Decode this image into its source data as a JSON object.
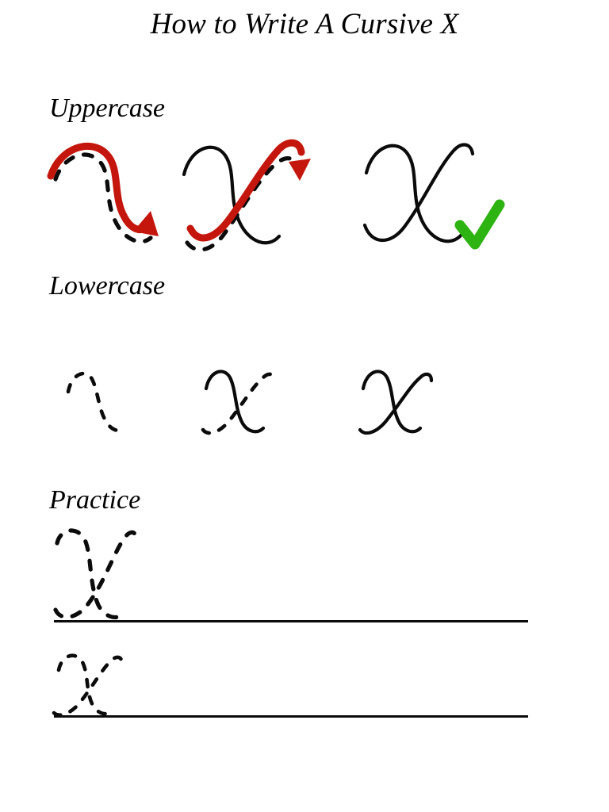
{
  "document": {
    "title": "How to Write A Cursive X",
    "letter": "X",
    "background_color": "#ffffff",
    "ink_color": "#0b0b0b",
    "arrow_color": "#c4160c",
    "check_color": "#2db312"
  },
  "sections": {
    "uppercase": {
      "heading": "Uppercase",
      "steps": [
        {
          "label": "uppercase-step-1",
          "guide": "dashed",
          "arrow": true,
          "description": "First stroke: curve over and down to the right"
        },
        {
          "label": "uppercase-step-2",
          "guide": "dashed",
          "arrow": true,
          "description": "Second stroke: sweep up across the first stroke"
        },
        {
          "label": "uppercase-step-3",
          "guide": "solid",
          "arrow": false,
          "description": "Completed cursive uppercase X"
        }
      ],
      "check": {
        "name": "check-icon",
        "symbol": "✓"
      }
    },
    "lowercase": {
      "heading": "Lowercase",
      "steps": [
        {
          "label": "lowercase-step-1",
          "guide": "dashed",
          "arrow": false,
          "description": "First stroke guide: diagonal curve down to the right"
        },
        {
          "label": "lowercase-step-2",
          "guide": "mixed",
          "arrow": false,
          "description": "First stroke solid, second stroke dashed"
        },
        {
          "label": "lowercase-step-3",
          "guide": "solid",
          "arrow": false,
          "description": "Completed cursive lowercase x"
        }
      ]
    },
    "practice": {
      "heading": "Practice",
      "rows": [
        {
          "label": "practice-row-uppercase",
          "trace_letter": "X",
          "case": "uppercase",
          "has_baseline": true
        },
        {
          "label": "practice-row-lowercase",
          "trace_letter": "x",
          "case": "lowercase",
          "has_baseline": true
        }
      ]
    }
  }
}
